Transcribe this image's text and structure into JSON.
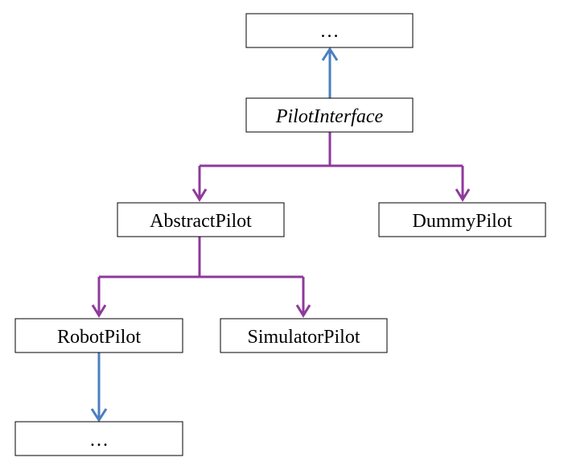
{
  "colors": {
    "inheritance_edge": "#8e3a9b",
    "association_edge": "#4a7fc1",
    "box_stroke": "#000000",
    "text": "#000000"
  },
  "nodes": {
    "top_ellipsis": {
      "label": "…",
      "italic": false
    },
    "pilot_interface": {
      "label": "PilotInterface",
      "italic": true
    },
    "abstract_pilot": {
      "label": "AbstractPilot",
      "italic": false
    },
    "dummy_pilot": {
      "label": "DummyPilot",
      "italic": false
    },
    "robot_pilot": {
      "label": "RobotPilot",
      "italic": false
    },
    "simulator_pilot": {
      "label": "SimulatorPilot",
      "italic": false
    },
    "bottom_ellipsis": {
      "label": "…",
      "italic": false
    }
  },
  "edges": [
    {
      "from": "pilot_interface",
      "to": "top_ellipsis",
      "kind": "association"
    },
    {
      "from": "pilot_interface",
      "to": "abstract_pilot",
      "kind": "inheritance"
    },
    {
      "from": "pilot_interface",
      "to": "dummy_pilot",
      "kind": "inheritance"
    },
    {
      "from": "abstract_pilot",
      "to": "robot_pilot",
      "kind": "inheritance"
    },
    {
      "from": "abstract_pilot",
      "to": "simulator_pilot",
      "kind": "inheritance"
    },
    {
      "from": "robot_pilot",
      "to": "bottom_ellipsis",
      "kind": "association"
    }
  ]
}
